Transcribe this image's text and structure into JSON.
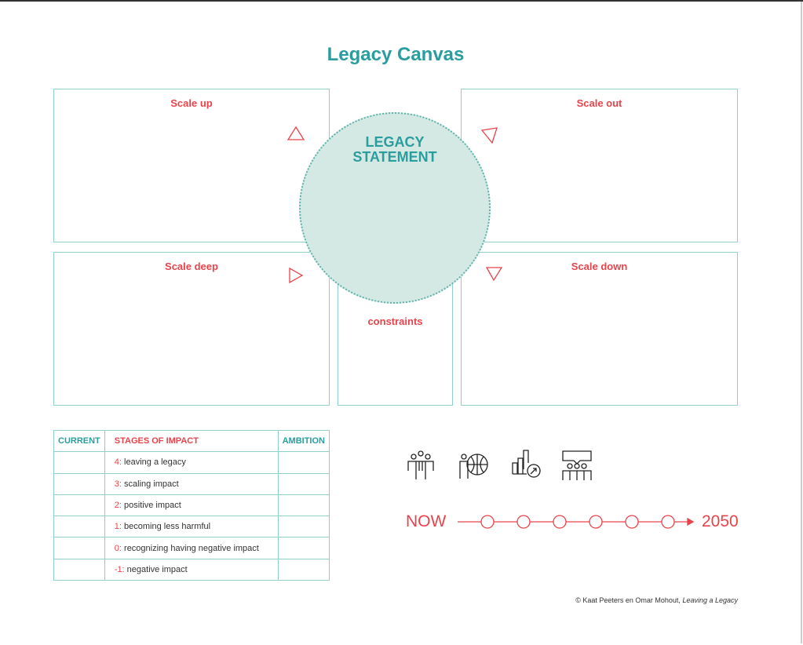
{
  "title": "Legacy Canvas",
  "quadrants": {
    "scale_up": "Scale up",
    "scale_out": "Scale out",
    "scale_deep": "Scale deep",
    "scale_down": "Scale down",
    "constraints": "constraints"
  },
  "statement": {
    "line1": "LEGACY",
    "line2": "STATEMENT"
  },
  "table": {
    "headers": [
      "CURRENT",
      "STAGES OF IMPACT",
      "AMBITION"
    ],
    "rows": [
      {
        "num": "4:",
        "text": " leaving a legacy"
      },
      {
        "num": "3:",
        "text": " scaling impact"
      },
      {
        "num": "2:",
        "text": " positive impact"
      },
      {
        "num": "1:",
        "text": " becoming less harmful"
      },
      {
        "num": "0:",
        "text": " recognizing having negative impact"
      },
      {
        "num": "-1:",
        "text": " negative impact"
      }
    ]
  },
  "timeline": {
    "start": "NOW",
    "end": "2050",
    "milestones": 6
  },
  "credit": {
    "authors": "© Kaat Peeters en Omar Mohout, ",
    "book": "Leaving a Legacy"
  },
  "colors": {
    "teal": "#2a9d9e",
    "red": "#e8434a",
    "border": "#8fd0ca",
    "circle": "#d5e9e4"
  }
}
